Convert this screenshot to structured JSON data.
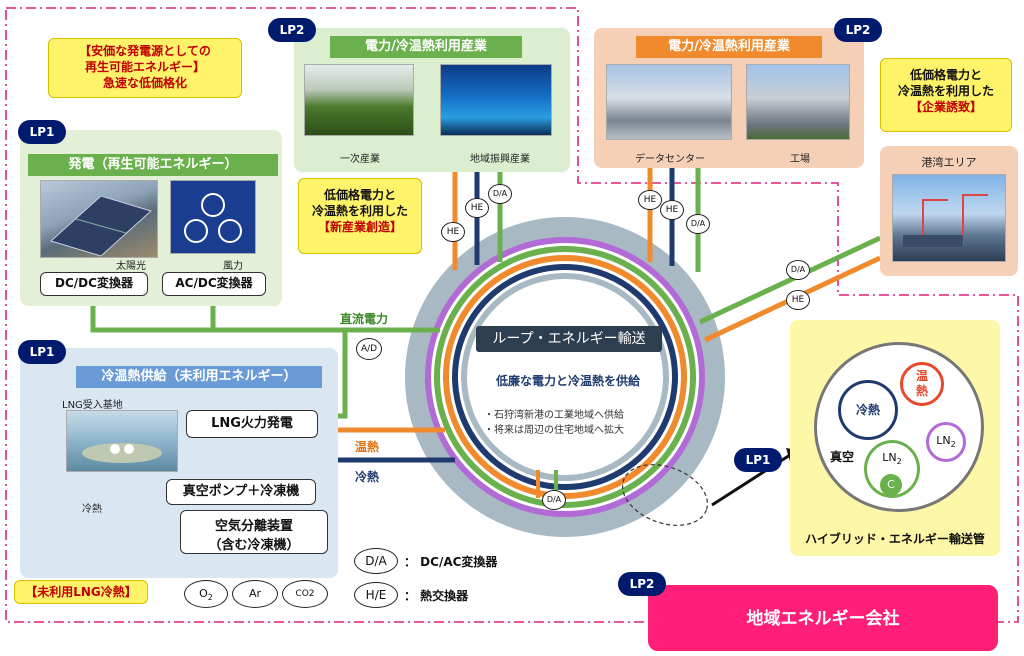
{
  "badges": {
    "lp1": "LP1",
    "lp2": "LP2"
  },
  "notes": {
    "renewable_line1": "【安価な発電源としての",
    "renewable_line2": "再生可能エネルギー】",
    "renewable_line3": "急速な低価格化",
    "new_industry_line1": "低価格電力と",
    "new_industry_line2": "冷温熱を利用した",
    "new_industry_line3": "【新産業創造】",
    "attract_line1": "低価格電力と",
    "attract_line2": "冷温熱を利用した",
    "attract_line3": "【企業誘致】",
    "lng_cold": "【未利用LNG冷熱】"
  },
  "generation": {
    "title": "発電（再生可能エネルギー）",
    "solar_caption": "太陽光",
    "wind_caption": "風力",
    "dcdc": "DC/DC変換器",
    "acdc": "AC/DC変換器"
  },
  "cooling": {
    "title": "冷温熱供給（未利用エネルギー）",
    "lng_base_caption": "LNG受入基地",
    "cold_label": "冷熱",
    "lng_power": "LNG火力発電",
    "vacuum_pump": "真空ポンプ＋冷凍機",
    "air_sep_line1": "空気分離装置",
    "air_sep_line2": "（含む冷凍機）",
    "gas_o2": "O",
    "gas_o2_sub": "2",
    "gas_ar": "Ar",
    "gas_co2": "CO2"
  },
  "industry_left": {
    "title": "電力/冷温熱利用産業",
    "primary": "一次産業",
    "regional": "地域振興産業"
  },
  "industry_right": {
    "title": "電力/冷温熱利用産業",
    "datacenter": "データセンター",
    "factory": "工場"
  },
  "port": {
    "title": "港湾エリア"
  },
  "loop": {
    "title": "ループ・エネルギー輸送",
    "subtitle": "低廉な電力と冷温熱を供給",
    "bullet1": "・石狩湾新港の工業地域へ供給",
    "bullet2": "・将来は周辺の住宅地域へ拡大"
  },
  "flow_labels": {
    "dc_power": "直流電力",
    "hot": "温熱",
    "cold": "冷熱"
  },
  "converters": {
    "da": "D/A",
    "he": "HE",
    "ad": "A/D"
  },
  "legend": {
    "da_key": "D/A",
    "da_desc": "： DC/AC変換器",
    "he_key": "H/E",
    "he_desc": "： 熱交換器"
  },
  "hybrid": {
    "title": "ハイブリッド・エネルギー輸送管",
    "cold": "冷熱",
    "hot_line1": "温",
    "hot_line2": "熱",
    "vacuum": "真空",
    "ln2": "LN",
    "ln2_sub": "2",
    "c": "C"
  },
  "company": {
    "title": "地域エネルギー会社"
  },
  "colors": {
    "ring_purple": "#b26ad6",
    "ring_green": "#6ab04c",
    "ring_orange": "#f08a2c",
    "ring_navy": "#1f3a6e",
    "ring_gray": "#a9b9c4",
    "lp_badge": "#001a6e",
    "company_pink": "#ff1f78"
  }
}
